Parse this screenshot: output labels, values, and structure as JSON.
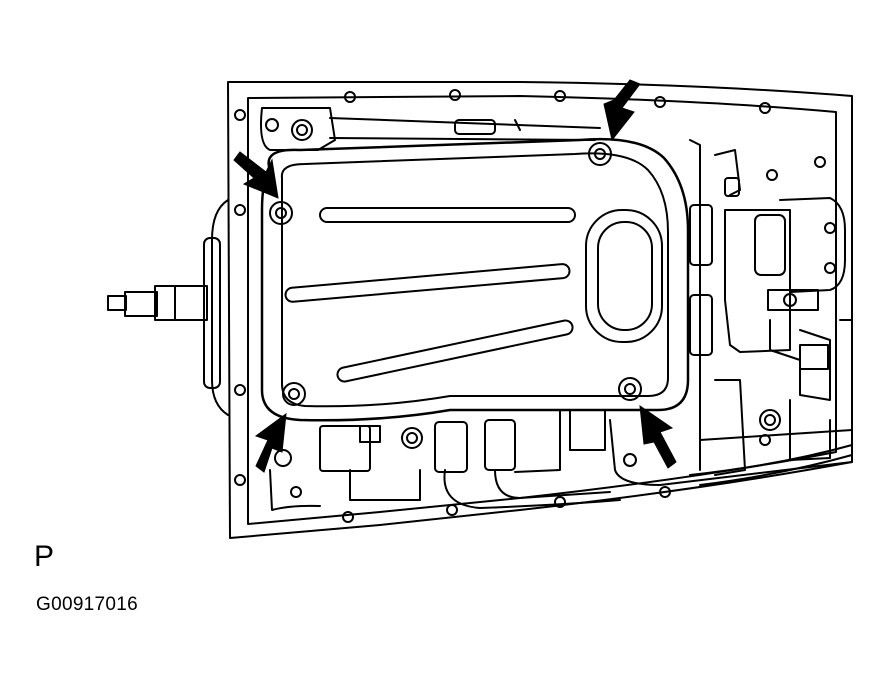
{
  "figure": {
    "view_label": "P",
    "figure_code": "G00917016",
    "arrow_count": 4,
    "colors": {
      "line": "#000000",
      "background": "#ffffff"
    }
  }
}
